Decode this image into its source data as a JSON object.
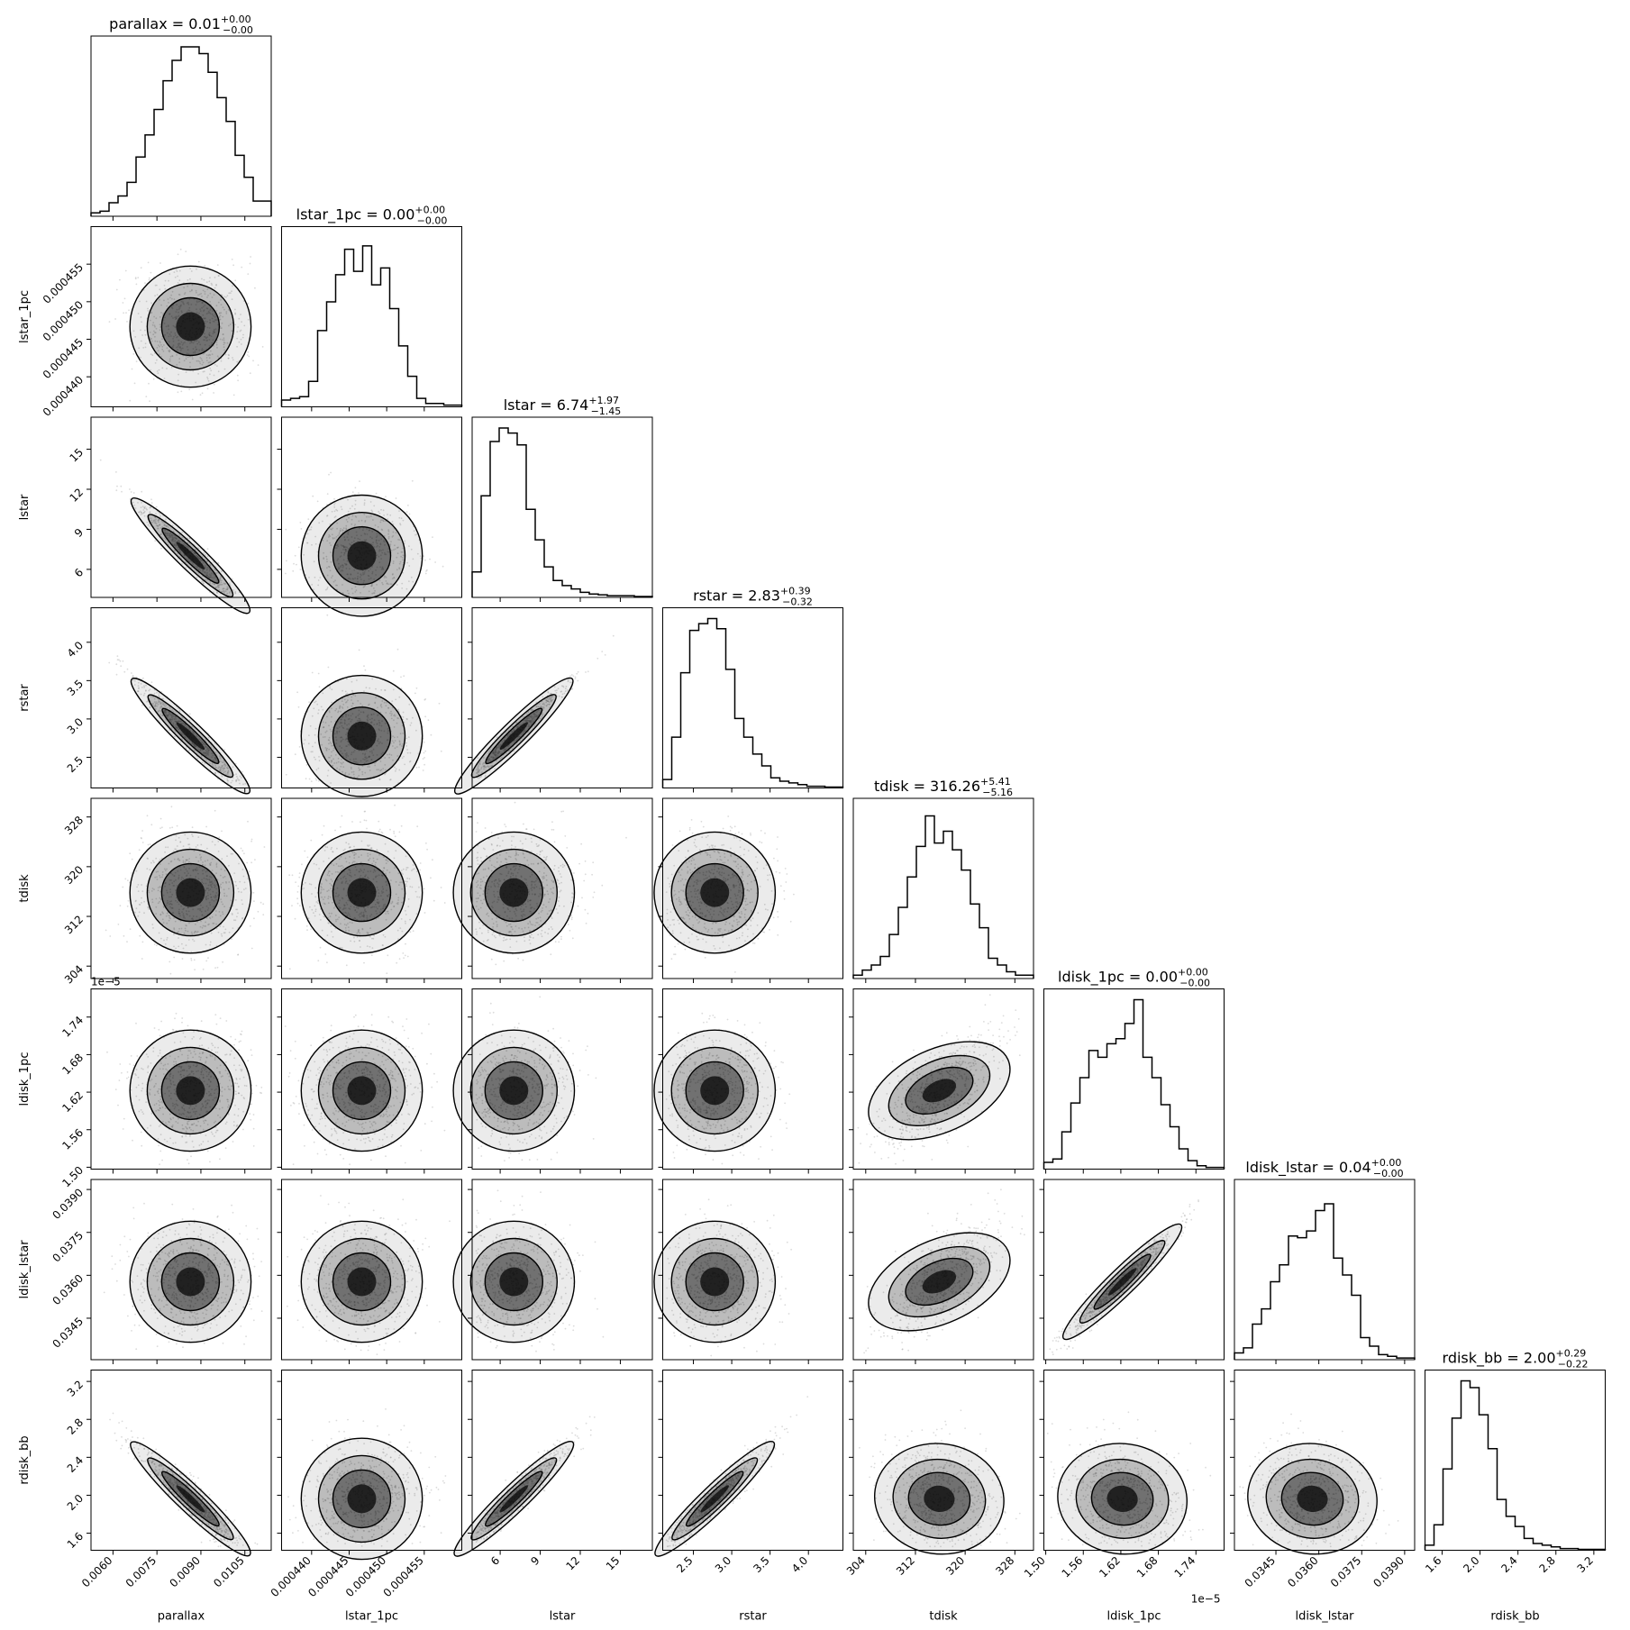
{
  "chart_data": {
    "type": "corner",
    "parameters": [
      {
        "name": "parallax",
        "title_value": "0.01",
        "plus": "+0.00",
        "minus": "−0.00",
        "range": [
          0.00525,
          0.0114
        ],
        "ticks": [
          0.006,
          0.0075,
          0.009,
          0.0105
        ],
        "tick_labels": [
          "0.0060",
          "0.0075",
          "0.0090",
          "0.0105"
        ],
        "hist": [
          0.02,
          0.03,
          0.08,
          0.12,
          0.2,
          0.35,
          0.48,
          0.63,
          0.8,
          0.92,
          1.0,
          1.0,
          0.96,
          0.85,
          0.7,
          0.56,
          0.36,
          0.23,
          0.09,
          0.09
        ]
      },
      {
        "name": "lstar_1pc",
        "title_value": "0.00",
        "plus": "+0.00",
        "minus": "−0.00",
        "range": [
          0.000436,
          0.00046
        ],
        "ticks": [
          0.00044,
          0.000445,
          0.00045,
          0.000455
        ],
        "tick_labels": [
          "0.000440",
          "0.000445",
          "0.000450",
          "0.000455"
        ],
        "offset": "",
        "hist": [
          0.04,
          0.05,
          0.06,
          0.15,
          0.45,
          0.62,
          0.78,
          0.93,
          0.8,
          0.95,
          0.72,
          0.82,
          0.58,
          0.36,
          0.18,
          0.05,
          0.02,
          0.02,
          0.01,
          0.01
        ]
      },
      {
        "name": "lstar",
        "title_value": "6.74",
        "plus": "+1.97",
        "minus": "−1.45",
        "range": [
          3.9,
          17.4
        ],
        "ticks": [
          6,
          9,
          12,
          15
        ],
        "tick_labels": [
          "6",
          "9",
          "12",
          "15"
        ],
        "hist": [
          0.15,
          0.6,
          0.92,
          1.0,
          0.97,
          0.9,
          0.52,
          0.34,
          0.18,
          0.1,
          0.07,
          0.05,
          0.03,
          0.02,
          0.015,
          0.01,
          0.01,
          0.01,
          0.005,
          0.005
        ]
      },
      {
        "name": "rstar",
        "title_value": "2.83",
        "plus": "+0.39",
        "minus": "−0.32",
        "range": [
          2.1,
          4.45
        ],
        "ticks": [
          2.5,
          3.0,
          3.5,
          4.0
        ],
        "tick_labels": [
          "2.5",
          "3.0",
          "3.5",
          "4.0"
        ],
        "hist": [
          0.05,
          0.3,
          0.68,
          0.93,
          0.97,
          1.0,
          0.94,
          0.7,
          0.41,
          0.3,
          0.2,
          0.13,
          0.06,
          0.04,
          0.03,
          0.02,
          0.01,
          0.01,
          0.005,
          0.005
        ]
      },
      {
        "name": "tdisk",
        "title_value": "316.26",
        "plus": "+5.41",
        "minus": "−5.16",
        "range": [
          302.0,
          331.0
        ],
        "ticks": [
          304,
          312,
          320,
          328
        ],
        "tick_labels": [
          "304",
          "312",
          "320",
          "328"
        ],
        "hist": [
          0.02,
          0.05,
          0.08,
          0.13,
          0.26,
          0.42,
          0.6,
          0.78,
          0.96,
          0.8,
          0.87,
          0.76,
          0.64,
          0.44,
          0.3,
          0.12,
          0.08,
          0.04,
          0.02,
          0.02
        ]
      },
      {
        "name": "ldisk_1pc",
        "title_value": "0.00",
        "plus": "+0.00",
        "minus": "−0.00",
        "range": [
          1.497,
          1.785
        ],
        "ticks": [
          1.5,
          1.56,
          1.62,
          1.68,
          1.74
        ],
        "tick_labels": [
          "1.50",
          "1.56",
          "1.62",
          "1.68",
          "1.74"
        ],
        "offset": "1e−5",
        "hist": [
          0.04,
          0.06,
          0.22,
          0.39,
          0.54,
          0.7,
          0.66,
          0.74,
          0.77,
          0.86,
          1.0,
          0.66,
          0.54,
          0.38,
          0.25,
          0.12,
          0.05,
          0.02,
          0.01,
          0.01
        ]
      },
      {
        "name": "ldisk_lstar",
        "title_value": "0.04",
        "plus": "+0.00",
        "minus": "−0.00",
        "range": [
          0.03305,
          0.03935
        ],
        "ticks": [
          0.0345,
          0.036,
          0.0375,
          0.039
        ],
        "tick_labels": [
          "0.0345",
          "0.0360",
          "0.0375",
          "0.0390"
        ],
        "hist": [
          0.04,
          0.07,
          0.21,
          0.3,
          0.46,
          0.56,
          0.73,
          0.72,
          0.76,
          0.88,
          0.92,
          0.6,
          0.5,
          0.38,
          0.13,
          0.08,
          0.03,
          0.02,
          0.01,
          0.01
        ]
      },
      {
        "name": "rdisk_bb",
        "title_value": "2.00",
        "plus": "+0.29",
        "minus": "−0.22",
        "range": [
          1.42,
          3.32
        ],
        "ticks": [
          1.6,
          2.0,
          2.4,
          2.8,
          3.2
        ],
        "tick_labels": [
          "1.6",
          "2.0",
          "2.4",
          "2.8",
          "3.2"
        ],
        "hist": [
          0.03,
          0.15,
          0.48,
          0.78,
          1.0,
          0.96,
          0.8,
          0.6,
          0.3,
          0.2,
          0.14,
          0.07,
          0.04,
          0.03,
          0.02,
          0.01,
          0.01,
          0.005,
          0.005,
          0.005
        ]
      }
    ],
    "correlations": [
      [
        1,
        0,
        -0.97,
        -0.97,
        0,
        0,
        0,
        -0.95
      ],
      [
        0,
        1,
        0,
        0,
        0,
        0,
        0,
        0
      ],
      [
        -0.97,
        0,
        1,
        0.98,
        0,
        0,
        0,
        0.96
      ],
      [
        -0.97,
        0,
        0.98,
        1,
        0,
        0,
        0,
        0.96
      ],
      [
        0,
        0,
        0,
        0,
        1,
        0.7,
        0.7,
        -0.2
      ],
      [
        0,
        0,
        0,
        0,
        0.7,
        1,
        0.97,
        -0.2
      ],
      [
        0,
        0,
        0,
        0,
        0.7,
        0.97,
        1,
        -0.2
      ],
      [
        -0.95,
        0,
        0.96,
        0.96,
        -0.2,
        -0.2,
        -0.2,
        1
      ]
    ],
    "grid": false,
    "colors": {
      "line": "#000000",
      "density": "#000000",
      "points": "#999999"
    }
  }
}
